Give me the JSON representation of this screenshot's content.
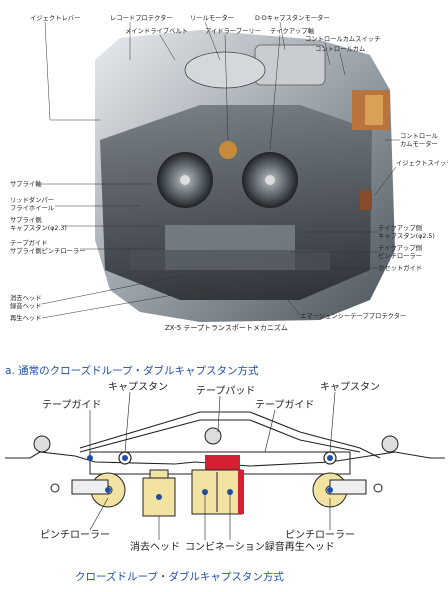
{
  "top_labels": {
    "eject_lever": "イジェクトレバー",
    "record_protector": "レコードプロテクター",
    "main_drive_belt": "メインドライブベルト",
    "reel_motor": "リールモーター",
    "dd_capstan_motor": "D·Dキャプスタンモーター",
    "idler_pulley": "アイドラープーリー",
    "takeup_axis": "テイクアップ軸",
    "control_cam_switch": "コントロールカムスイッチ",
    "control_cam": "コントロールカム",
    "control_cam_motor_1": "コントロール",
    "control_cam_motor_2": "カムモーター",
    "eject_switch": "イジェクトスイッチ",
    "supply_axis": "サプライ軸",
    "reed_lever_1": "リッドダンパー",
    "reed_lever_2": "フライホイール",
    "supply_side_1": "サプライ側",
    "supply_side_2": "キャプスタン(φ2.3)",
    "tape_guide_1": "テープガイド",
    "tape_guide_2": "サプライ側ピンチローラー",
    "erase_head": "消去ヘッド",
    "rec_head": "録音ヘッド",
    "play_head": "再生ヘッド",
    "takeup_axis_r": "テイクアップ側",
    "takeup_capstan": "キャプスタン(φ2.5)",
    "takeup_pinch_1": "テイクアップ側",
    "takeup_pinch_2": "ピンチローラー",
    "cassette_guide": "カセットガイド",
    "emergency_protector": "エマージェンシーテーププロテクター",
    "caption": "ZX-5 テープトランスポートメカニズム"
  },
  "diagram": {
    "heading": "a. 通常のクローズドループ・ダブルキャプスタン方式",
    "capstan_left": "キャプスタン",
    "capstan_right": "キャプスタン",
    "tape_pad": "テープパッド",
    "tape_guide_left": "テープガイド",
    "tape_guide_right": "テープガイド",
    "pinch_left": "ピンチローラー",
    "pinch_right": "ピンチローラー",
    "erase_head": "消去ヘッド",
    "combo_head": "コンビネーション録音再生ヘッド",
    "footer": "クローズドループ・ダブルキャプスタン方式"
  },
  "colors": {
    "accent_blue": "#1f4fa8",
    "yellow": "#f3e3a2",
    "red": "#d42030"
  }
}
